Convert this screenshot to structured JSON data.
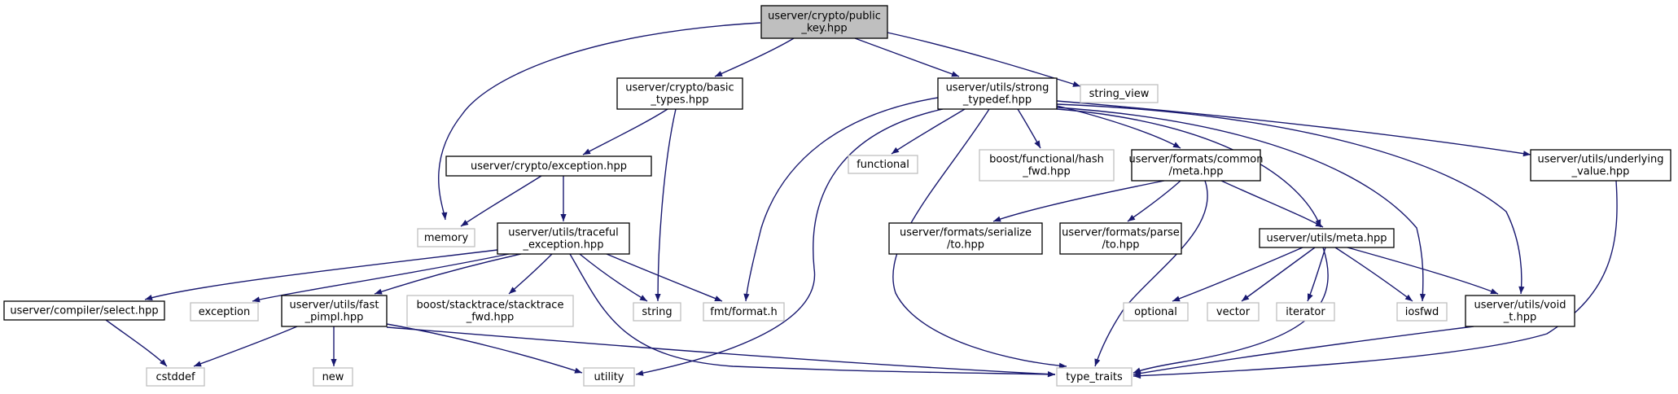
{
  "colors": {
    "edge": "#191970",
    "focus_fill": "#bfbfbf",
    "focus_border": "#000000",
    "documented_border": "#000000",
    "undocumented_border": "#bfbfbf",
    "background": "#ffffff"
  },
  "nodes": [
    {
      "id": "public_key",
      "kind": "focus",
      "lines": [
        "userver/crypto/public",
        "_key.hpp"
      ]
    },
    {
      "id": "basic_types",
      "kind": "documented",
      "lines": [
        "userver/crypto/basic",
        "_types.hpp"
      ]
    },
    {
      "id": "strong_typedef",
      "kind": "documented",
      "lines": [
        "userver/utils/strong",
        "_typedef.hpp"
      ]
    },
    {
      "id": "string_view",
      "kind": "external",
      "lines": [
        "string_view"
      ]
    },
    {
      "id": "exception_hpp",
      "kind": "documented",
      "lines": [
        "userver/crypto/exception.hpp"
      ]
    },
    {
      "id": "memory",
      "kind": "external",
      "lines": [
        "memory"
      ]
    },
    {
      "id": "traceful",
      "kind": "documented",
      "lines": [
        "userver/utils/traceful",
        "_exception.hpp"
      ]
    },
    {
      "id": "select",
      "kind": "documented",
      "lines": [
        "userver/compiler/select.hpp"
      ]
    },
    {
      "id": "exception",
      "kind": "external",
      "lines": [
        "exception"
      ]
    },
    {
      "id": "fast_pimpl",
      "kind": "documented",
      "lines": [
        "userver/utils/fast",
        "_pimpl.hpp"
      ]
    },
    {
      "id": "stacktrace",
      "kind": "external",
      "lines": [
        "boost/stacktrace/stacktrace",
        "_fwd.hpp"
      ]
    },
    {
      "id": "string",
      "kind": "external",
      "lines": [
        "string"
      ]
    },
    {
      "id": "fmt",
      "kind": "external",
      "lines": [
        "fmt/format.h"
      ]
    },
    {
      "id": "functional",
      "kind": "external",
      "lines": [
        "functional"
      ]
    },
    {
      "id": "hash_fwd",
      "kind": "external",
      "lines": [
        "boost/functional/hash",
        "_fwd.hpp"
      ]
    },
    {
      "id": "common_meta",
      "kind": "documented",
      "lines": [
        "userver/formats/common",
        "/meta.hpp"
      ]
    },
    {
      "id": "underlying",
      "kind": "documented",
      "lines": [
        "userver/utils/underlying",
        "_value.hpp"
      ]
    },
    {
      "id": "serialize_to",
      "kind": "documented",
      "lines": [
        "userver/formats/serialize",
        "/to.hpp"
      ]
    },
    {
      "id": "parse_to",
      "kind": "documented",
      "lines": [
        "userver/formats/parse",
        "/to.hpp"
      ]
    },
    {
      "id": "utils_meta",
      "kind": "documented",
      "lines": [
        "userver/utils/meta.hpp"
      ]
    },
    {
      "id": "optional",
      "kind": "external",
      "lines": [
        "optional"
      ]
    },
    {
      "id": "vector",
      "kind": "external",
      "lines": [
        "vector"
      ]
    },
    {
      "id": "iterator",
      "kind": "external",
      "lines": [
        "iterator"
      ]
    },
    {
      "id": "iosfwd",
      "kind": "external",
      "lines": [
        "iosfwd"
      ]
    },
    {
      "id": "void_t",
      "kind": "documented",
      "lines": [
        "userver/utils/void",
        "_t.hpp"
      ]
    },
    {
      "id": "cstddef",
      "kind": "external",
      "lines": [
        "cstddef"
      ]
    },
    {
      "id": "new",
      "kind": "external",
      "lines": [
        "new"
      ]
    },
    {
      "id": "utility",
      "kind": "external",
      "lines": [
        "utility"
      ]
    },
    {
      "id": "type_traits",
      "kind": "external",
      "lines": [
        "type_traits"
      ]
    }
  ],
  "edges": [
    {
      "from": "public_key",
      "to": "memory"
    },
    {
      "from": "public_key",
      "to": "basic_types"
    },
    {
      "from": "public_key",
      "to": "strong_typedef"
    },
    {
      "from": "public_key",
      "to": "string_view"
    },
    {
      "from": "basic_types",
      "to": "exception_hpp"
    },
    {
      "from": "basic_types",
      "to": "string"
    },
    {
      "from": "exception_hpp",
      "to": "memory"
    },
    {
      "from": "exception_hpp",
      "to": "traceful"
    },
    {
      "from": "traceful",
      "to": "select"
    },
    {
      "from": "traceful",
      "to": "exception"
    },
    {
      "from": "traceful",
      "to": "fast_pimpl"
    },
    {
      "from": "traceful",
      "to": "stacktrace"
    },
    {
      "from": "traceful",
      "to": "string"
    },
    {
      "from": "traceful",
      "to": "fmt"
    },
    {
      "from": "traceful",
      "to": "type_traits"
    },
    {
      "from": "select",
      "to": "cstddef"
    },
    {
      "from": "fast_pimpl",
      "to": "cstddef"
    },
    {
      "from": "fast_pimpl",
      "to": "new"
    },
    {
      "from": "fast_pimpl",
      "to": "utility"
    },
    {
      "from": "fast_pimpl",
      "to": "type_traits"
    },
    {
      "from": "strong_typedef",
      "to": "fmt"
    },
    {
      "from": "strong_typedef",
      "to": "utility"
    },
    {
      "from": "strong_typedef",
      "to": "functional"
    },
    {
      "from": "strong_typedef",
      "to": "hash_fwd"
    },
    {
      "from": "strong_typedef",
      "to": "type_traits"
    },
    {
      "from": "strong_typedef",
      "to": "common_meta"
    },
    {
      "from": "strong_typedef",
      "to": "utils_meta"
    },
    {
      "from": "strong_typedef",
      "to": "iosfwd"
    },
    {
      "from": "strong_typedef",
      "to": "void_t"
    },
    {
      "from": "strong_typedef",
      "to": "underlying"
    },
    {
      "from": "common_meta",
      "to": "serialize_to"
    },
    {
      "from": "common_meta",
      "to": "parse_to"
    },
    {
      "from": "common_meta",
      "to": "utils_meta"
    },
    {
      "from": "common_meta",
      "to": "type_traits"
    },
    {
      "from": "utils_meta",
      "to": "optional"
    },
    {
      "from": "utils_meta",
      "to": "vector"
    },
    {
      "from": "utils_meta",
      "to": "iterator"
    },
    {
      "from": "utils_meta",
      "to": "iosfwd"
    },
    {
      "from": "utils_meta",
      "to": "void_t"
    },
    {
      "from": "utils_meta",
      "to": "type_traits"
    },
    {
      "from": "void_t",
      "to": "type_traits"
    },
    {
      "from": "underlying",
      "to": "type_traits"
    }
  ]
}
